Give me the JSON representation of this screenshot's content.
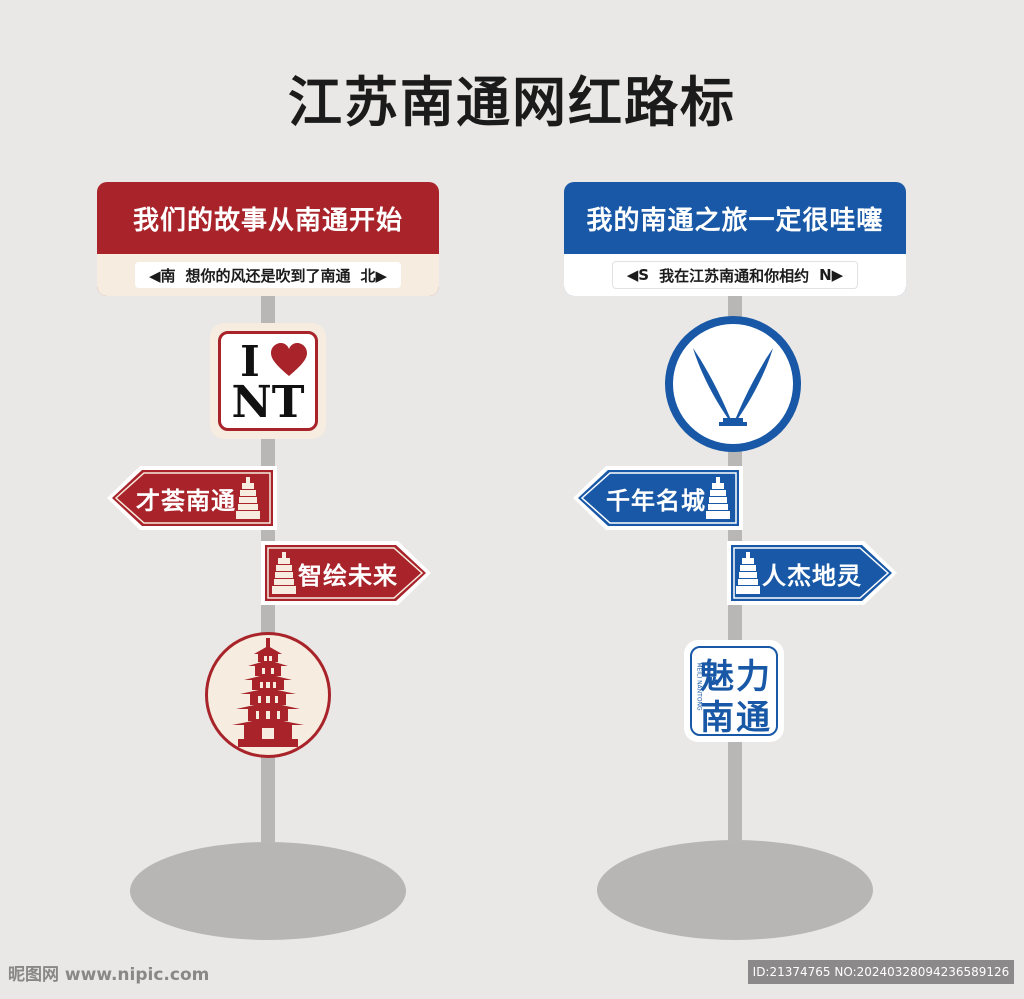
{
  "title": "江苏南通网红路标",
  "colors": {
    "red": "#a8242a",
    "blue": "#1858a6",
    "cream": "#f6ecdf",
    "background": "#eae8e6"
  },
  "left_sign": {
    "header": "我们的故事从南通开始",
    "sub_left": "◀南",
    "sub_text": "想你的风还是吹到了南通",
    "sub_right": "北▶",
    "ilove_top": "I",
    "ilove_bottom": "NT",
    "heart_icon": "heart-icon",
    "arrow_left_label": "才荟南通",
    "arrow_right_label": "智绘未来",
    "badge_icon": "pagoda-icon"
  },
  "right_sign": {
    "header": "我的南通之旅一定很哇噻",
    "sub_left": "◀S",
    "sub_text": "我在江苏南通和你相约",
    "sub_right": "N▶",
    "badge_icon": "wings-icon",
    "arrow_left_label": "千年名城",
    "arrow_right_label": "人杰地灵",
    "charm_line1": "魅力",
    "charm_line2": "南通",
    "charm_vertical": "MEILI NANTONG"
  },
  "watermark": {
    "left": "昵图网 www.nipic.com",
    "right": "ID:21374765 NO:20240328094236589126"
  }
}
